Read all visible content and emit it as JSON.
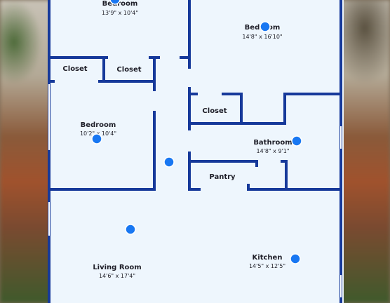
{
  "rooms": {
    "bedroom_top_left": {
      "name": "Bedroom",
      "dim": "13'9\" x 10'4\""
    },
    "bedroom_top_right": {
      "name": "Bedroom",
      "dim": "14'8\" x 16'10\""
    },
    "closet_left_a": {
      "name": "Closet"
    },
    "closet_left_b": {
      "name": "Closet"
    },
    "bedroom_middle": {
      "name": "Bedroom",
      "dim": "10'2\" x 10'4\""
    },
    "closet_right": {
      "name": "Closet"
    },
    "bathroom": {
      "name": "Bathroom",
      "dim": "14'8\" x 9'1\""
    },
    "pantry": {
      "name": "Pantry"
    },
    "living_room": {
      "name": "Living Room",
      "dim": "14'6\" x 17'4\""
    },
    "kitchen": {
      "name": "Kitchen",
      "dim": "14'5\" x 12'5\""
    }
  },
  "colors": {
    "wall": "#16399a",
    "floor": "#eef6fd",
    "hotspot": "#1877f2"
  }
}
